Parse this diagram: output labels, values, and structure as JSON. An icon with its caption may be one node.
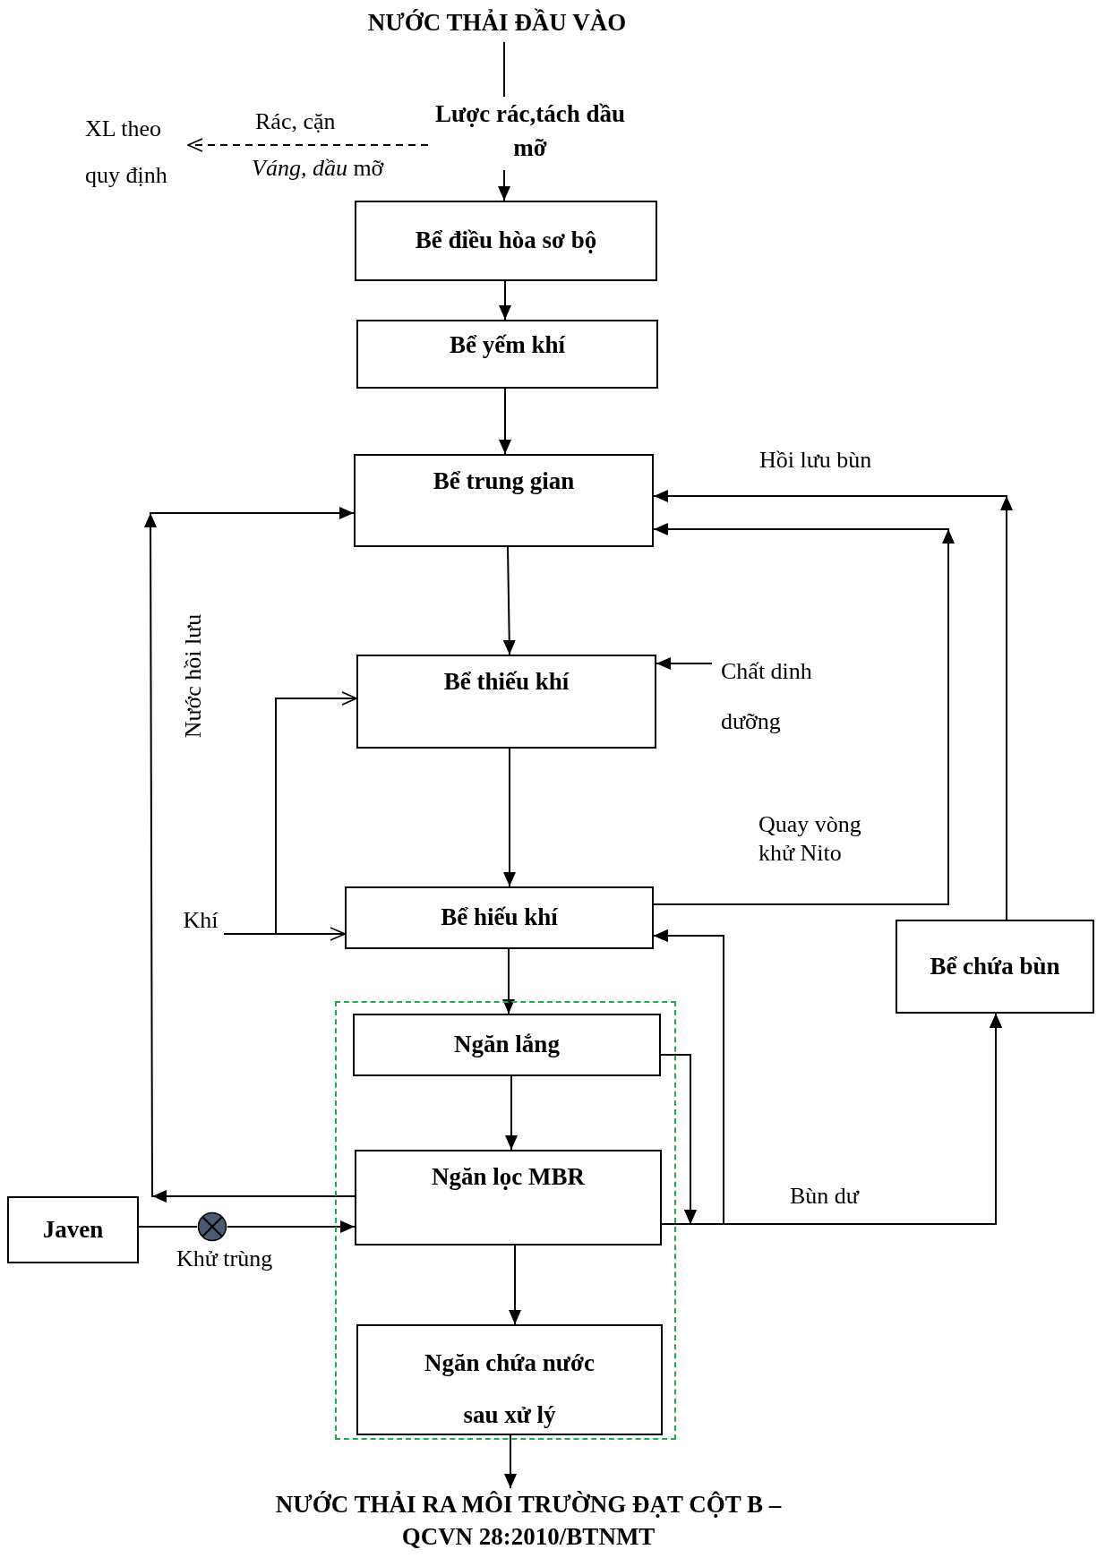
{
  "diagram": {
    "nodes": [
      {
        "text": [
          "NƯỚC THẢI ĐẦU VÀO"
        ]
      },
      {
        "text": [
          "Lược rác,tách dầu mỡ"
        ]
      },
      {
        "text": [
          "XL theo quy định"
        ]
      },
      {
        "text": [
          "Bể điều hòa sơ bộ"
        ]
      },
      {
        "text": [
          "Bể yếm khí"
        ]
      },
      {
        "text": [
          "Bể trung gian"
        ]
      },
      {
        "text": [
          "Bể thiếu khí"
        ]
      },
      {
        "text": [
          "Bể hiếu khí"
        ]
      },
      {
        "text": [],
        "shape": "box"
      },
      {
        "text": [
          "Ngăn lắng"
        ],
        "in": 8
      },
      {
        "text": [
          "Ngăn lọc MBR"
        ],
        "in": 8
      },
      {
        "text": [
          "Ngăn chứa nước sau xử lý"
        ],
        "in": 8
      },
      {
        "text": [
          "Javen"
        ]
      },
      {
        "text": [
          "Bể chứa bùn"
        ]
      },
      {
        "text": [
          "Chất dinh dưỡng"
        ]
      },
      {
        "text": [
          "Khí"
        ]
      },
      {
        "text": [
          "NƯỚC THẢI RA MÔI TRƯỜNG ĐẠT CỘT B – QCVN 28:2010/BTNMT"
        ]
      },
      {
        "text": [],
        "shape": "circle",
        "beside": [
          "Khử trùng"
        ]
      }
    ],
    "edges": [
      {
        "from": 0,
        "to": 1,
        "arrow": "none"
      },
      {
        "from": 1,
        "to": 3,
        "arrow": "to"
      },
      {
        "from": 1,
        "to": 2,
        "arrow": "to",
        "style": "dashed",
        "label": "Rác, cặn"
      },
      {
        "from": 3,
        "to": 4,
        "arrow": "to"
      },
      {
        "from": 4,
        "to": 5,
        "arrow": "to"
      },
      {
        "from": 5,
        "to": 6,
        "arrow": "to"
      },
      {
        "from": 6,
        "to": 7,
        "arrow": "to"
      },
      {
        "from": 7,
        "to": 9,
        "arrow": "to"
      },
      {
        "from": 9,
        "to": 10,
        "arrow": "to"
      },
      {
        "from": 10,
        "to": 11,
        "arrow": "to"
      },
      {
        "from": 11,
        "to": 16,
        "arrow": "to"
      },
      {
        "from": 14,
        "to": 6,
        "arrow": "to"
      },
      {
        "from": 15,
        "to": 7,
        "arrow": "to"
      },
      {
        "from": 15,
        "to": 6,
        "arrow": "to"
      },
      {
        "from": 10,
        "to": 5,
        "arrow": "to",
        "label": "Nước hồi lưu"
      },
      {
        "from": 12,
        "to": 17,
        "arrow": "none"
      },
      {
        "from": 17,
        "to": 10,
        "arrow": "to"
      },
      {
        "from": 7,
        "to": 5,
        "arrow": "to",
        "label": "Quay vòng khử Nito"
      },
      {
        "from": 13,
        "to": 5,
        "arrow": "to",
        "label": "Hồi lưu bùn"
      },
      {
        "from": 10,
        "to": 13,
        "arrow": "to",
        "label": "Bùn dư"
      },
      {
        "from": 10,
        "to": 7,
        "arrow": "to"
      },
      {
        "from": 9,
        "to": 13,
        "arrow": "to"
      },
      {
        "from": 9,
        "to": 7,
        "arrow": "to"
      }
    ],
    "labels": [
      "*Váng, dầu* mỡ"
    ]
  }
}
